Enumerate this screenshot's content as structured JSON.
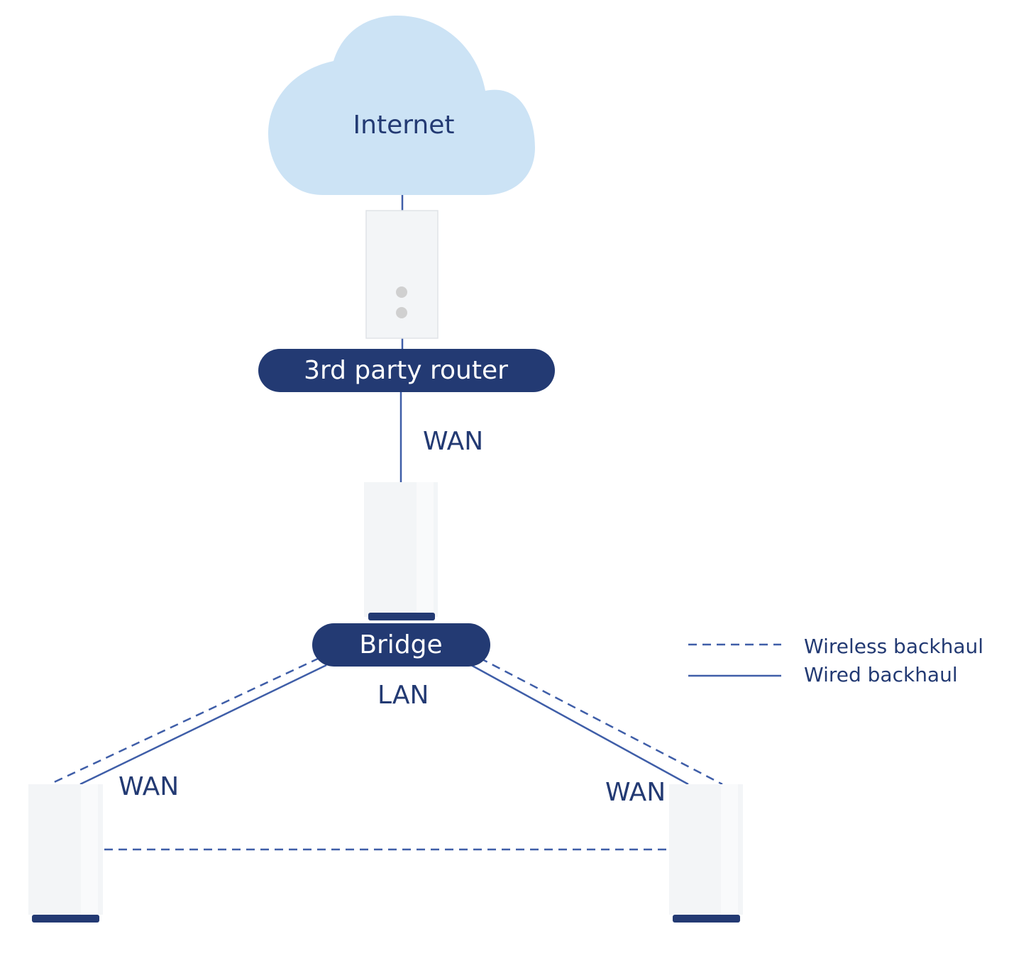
{
  "cloud": {
    "label": "Internet"
  },
  "router": {
    "label": "3rd party router"
  },
  "bridge": {
    "label": "Bridge"
  },
  "links": {
    "router_to_bridge": "WAN",
    "bridge_side": "LAN",
    "left_node": "WAN",
    "right_node": "WAN"
  },
  "legend": {
    "items": [
      {
        "label": "Wireless backhaul",
        "style": "dashed"
      },
      {
        "label": "Wired backhaul",
        "style": "solid"
      }
    ]
  },
  "colors": {
    "cloud_fill": "#cce3f5",
    "navy": "#233a73",
    "line": "#3f5ea8",
    "device_fill": "#f3f5f7",
    "device_border": "#e0e3e7",
    "dot": "#d0d0d0"
  }
}
